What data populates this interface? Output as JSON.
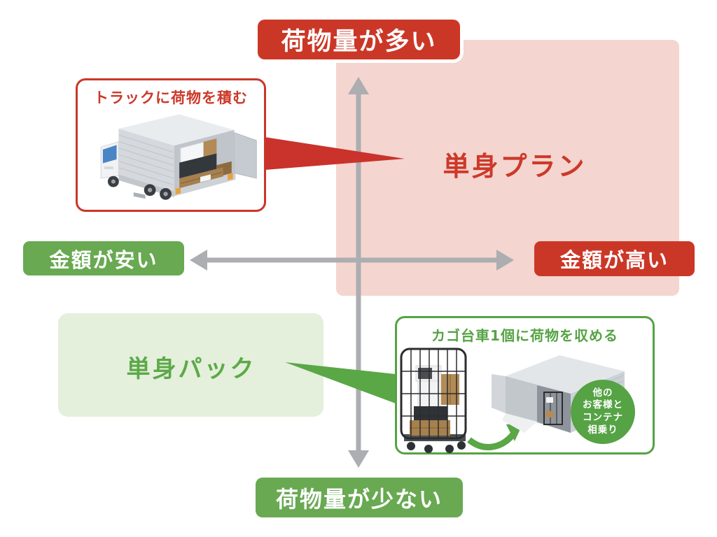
{
  "diagram": {
    "axes": {
      "top": "荷物量が多い",
      "bottom": "荷物量が少ない",
      "left": "金額が安い",
      "right": "金額が高い"
    },
    "plans": {
      "tanshin_plan": {
        "label": "単身プラン",
        "callout_title": "トラックに荷物を積む"
      },
      "tanshin_pack": {
        "label": "単身パック",
        "callout_title": "カゴ台車1個に荷物を収める",
        "badge_lines": [
          "他の",
          "お客様と",
          "コンテナ",
          "相乗り"
        ]
      }
    },
    "colors": {
      "red": "#cb3727",
      "red_text": "#cc392a",
      "pink": "#f4d5cf",
      "green": "#68a952",
      "green_dark": "#55a344",
      "green_text": "#5ca948",
      "light_green": "#e4efdc",
      "arrow_gray": "#acaeb1",
      "wedge_red": "#c9332b",
      "wedge_green": "#5aa746"
    }
  }
}
